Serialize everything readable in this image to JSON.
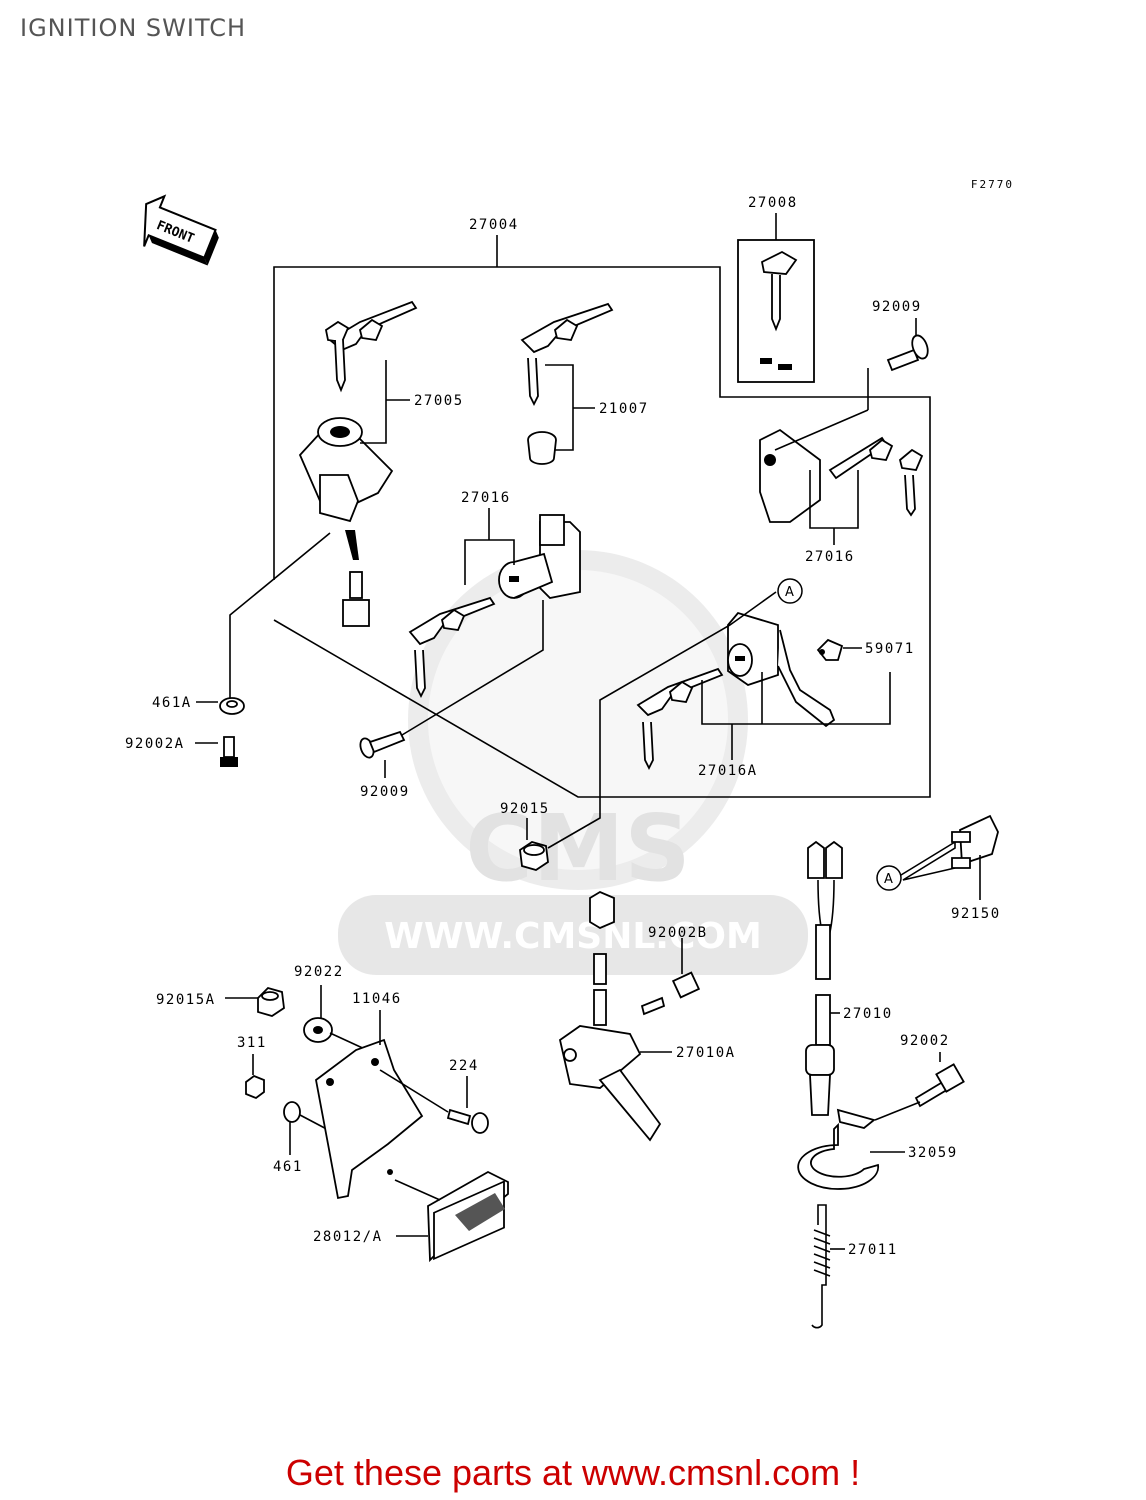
{
  "title": "IGNITION SWITCH",
  "figure_code": "F2770",
  "front_label": "FRONT",
  "watermark": {
    "brand": "CMS",
    "url": "WWW.CMSNL.COM"
  },
  "ref_A": "A",
  "footer_text": "Get these parts at www.cmsnl.com !",
  "labels": {
    "p27004": "27004",
    "p27008": "27008",
    "p92009_top": "92009",
    "p27005": "27005",
    "p21007": "21007",
    "p27016_mid": "27016",
    "p27016_right": "27016",
    "p59071": "59071",
    "p461A": "461A",
    "p92002A": "92002A",
    "p92009_bottom": "92009",
    "p27016A": "27016A",
    "p92015": "92015",
    "p92150": "92150",
    "p92002B": "92002B",
    "p92022": "92022",
    "p92015A": "92015A",
    "p11046": "11046",
    "p311": "311",
    "p224": "224",
    "p461": "461",
    "p28012A": "28012/A",
    "p27010A": "27010A",
    "p27010": "27010",
    "p92002": "92002",
    "p32059": "32059",
    "p27011": "27011"
  }
}
